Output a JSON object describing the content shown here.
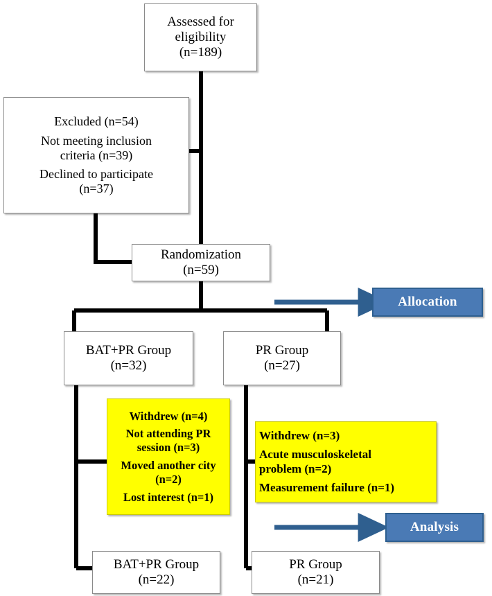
{
  "diagram": {
    "title": "CONSORT participant flow diagram",
    "colors": {
      "banner_fill": "#4a7ab5",
      "banner_border": "#2e5f8f",
      "arrow": "#2f5f8f",
      "highlight_fill": "#ffff00",
      "connector": "#000000",
      "box_fill": "#ffffff"
    },
    "nodes": {
      "assessed": {
        "lines": [
          "Assessed for",
          "eligibility",
          "(n=189)"
        ]
      },
      "excluded": {
        "lines": [
          "Excluded (n=54)",
          "Not meeting inclusion",
          "criteria (n=39)",
          "Declined to participate",
          "(n=37)"
        ]
      },
      "randomization": {
        "lines": [
          "Randomization",
          "(n=59)"
        ]
      },
      "group_bat_pr": {
        "lines": [
          "BAT+PR Group",
          "(n=32)"
        ]
      },
      "group_pr": {
        "lines": [
          "PR Group",
          "(n=27)"
        ]
      },
      "withdrew_left": {
        "lines": [
          "Withdrew (n=4)",
          "Not attending PR",
          "session (n=3)",
          "Moved another city",
          "(n=2)",
          "Lost interest (n=1)"
        ]
      },
      "withdrew_right": {
        "lines": [
          "Withdrew (n=3)",
          "Acute musculoskeletal",
          "problem (n=2)",
          "Measurement failure (n=1)"
        ]
      },
      "analysis_bat_pr": {
        "lines": [
          "BAT+PR Group",
          "(n=22)"
        ]
      },
      "analysis_pr": {
        "lines": [
          "PR Group",
          "(n=21)"
        ]
      }
    },
    "banners": {
      "allocation": {
        "label": "Allocation"
      },
      "analysis": {
        "label": "Analysis"
      }
    }
  }
}
